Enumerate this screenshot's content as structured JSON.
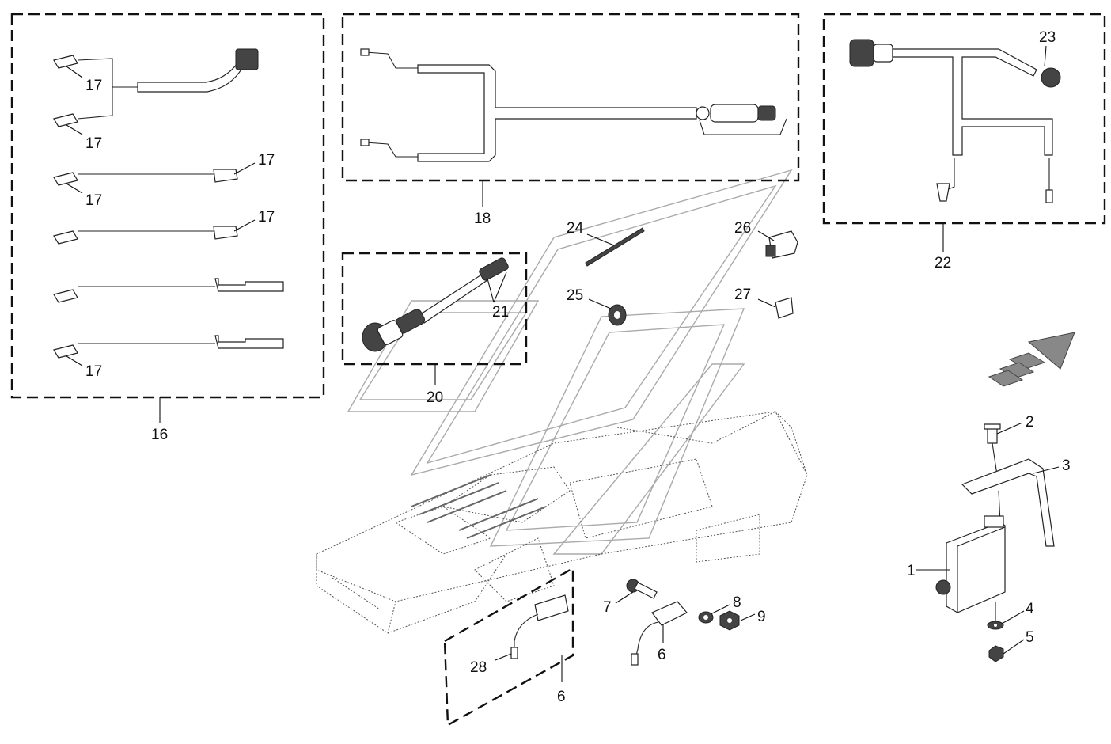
{
  "callouts": {
    "c1": "1",
    "c2": "2",
    "c3": "3",
    "c4": "4",
    "c5": "5",
    "c6a": "6",
    "c6b": "6",
    "c7": "7",
    "c8": "8",
    "c9": "9",
    "c16": "16",
    "c17a": "17",
    "c17b": "17",
    "c17c": "17",
    "c17d": "17",
    "c17e": "17",
    "c17f": "17",
    "c18": "18",
    "c20": "20",
    "c21": "21",
    "c22": "22",
    "c23": "23",
    "c24": "24",
    "c25": "25",
    "c26": "26",
    "c27": "27",
    "c28": "28"
  }
}
